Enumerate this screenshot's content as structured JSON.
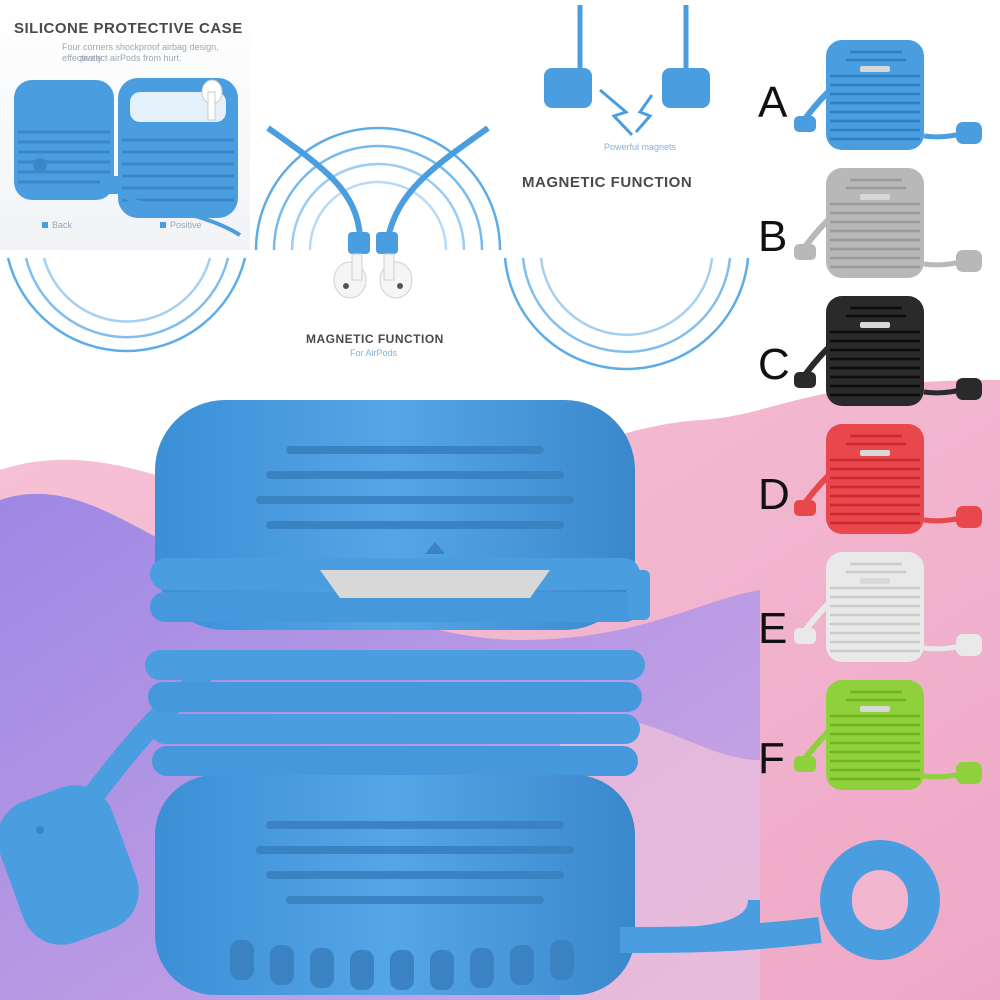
{
  "colors": {
    "case_blue": "#4a9ee0",
    "case_blue_dark": "#3a86c8",
    "arc_blue": "#4aa3e8",
    "pink_bg": "#f3b7cf",
    "purple_bg": "#a58ee6",
    "text_dark": "#4a4a4a"
  },
  "panel1": {
    "title": "SILICONE PROTECTIVE CASE",
    "subtitle_line1": "Four corners shockproof airbag design, effectively",
    "subtitle_line2": "protect airPods from hurt.",
    "label_back": "Back",
    "label_positive": "Positive"
  },
  "panel2": {
    "title": "MAGNETIC FUNCTION",
    "subtitle": "For AirPods"
  },
  "panel3": {
    "caption": "Powerful magnets",
    "title": "MAGNETIC FUNCTION"
  },
  "variants": [
    {
      "letter": "A",
      "color": "#4a9ee0"
    },
    {
      "letter": "B",
      "color": "#b8b8b8"
    },
    {
      "letter": "C",
      "color": "#2a2a2a"
    },
    {
      "letter": "D",
      "color": "#e8474b"
    },
    {
      "letter": "E",
      "color": "#e9e9e9"
    },
    {
      "letter": "F",
      "color": "#8ed13c"
    }
  ]
}
